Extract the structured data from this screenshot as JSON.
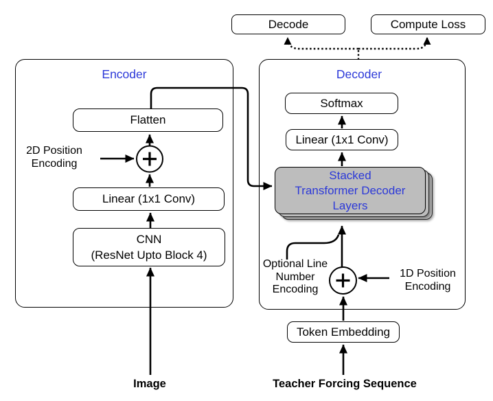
{
  "colors": {
    "accent_blue": "#2b38d8",
    "line_black": "#000000",
    "stack_gray_fill": "#bdbdbd",
    "box_background": "#ffffff"
  },
  "top": {
    "decode_label": "Decode",
    "compute_loss_label": "Compute Loss"
  },
  "encoder": {
    "title": "Encoder",
    "flatten_label": "Flatten",
    "linear_label": "Linear (1x1 Conv)",
    "cnn_label": "CNN\n(ResNet Upto Block 4)",
    "position_encoding_label": "2D Position\nEncoding",
    "plus_symbol": "+",
    "input_label": "Image"
  },
  "decoder": {
    "title": "Decoder",
    "softmax_label": "Softmax",
    "linear_label": "Linear (1x1 Conv)",
    "stacked_layers_label": "Stacked\nTransformer Decoder\nLayers",
    "optional_line_encoding_label": "Optional Line\nNumber\nEncoding",
    "position_encoding_label": "1D Position\nEncoding",
    "token_embedding_label": "Token Embedding",
    "plus_symbol": "+",
    "input_label": "Teacher Forcing Sequence"
  }
}
